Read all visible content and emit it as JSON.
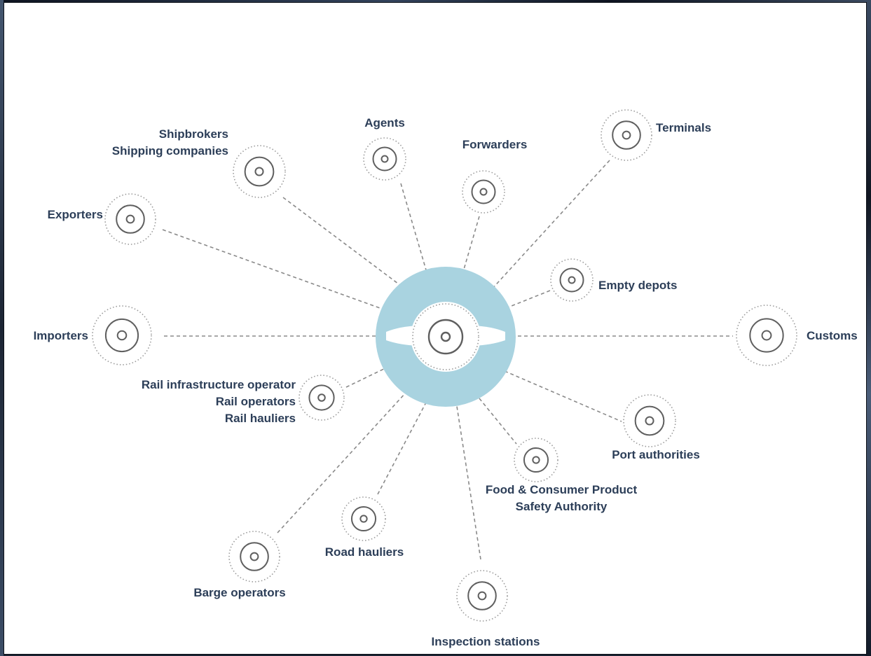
{
  "diagram": {
    "center": {
      "label": "",
      "ring_color": "#a9d3e0"
    },
    "colors": {
      "text": "#2c3e58",
      "node": "#5f5f5f",
      "dots": "#9a9a9a",
      "edge": "#8a8a8a"
    },
    "nodes": [
      {
        "id": "shipbrokers",
        "lines": [
          "Shipbrokers",
          "Shipping companies"
        ]
      },
      {
        "id": "agents",
        "lines": [
          "Agents"
        ]
      },
      {
        "id": "forwarders",
        "lines": [
          "Forwarders"
        ]
      },
      {
        "id": "terminals",
        "lines": [
          "Terminals"
        ]
      },
      {
        "id": "exporters",
        "lines": [
          "Exporters"
        ]
      },
      {
        "id": "empty-depots",
        "lines": [
          "Empty depots"
        ]
      },
      {
        "id": "importers",
        "lines": [
          "Importers"
        ]
      },
      {
        "id": "customs",
        "lines": [
          "Customs"
        ]
      },
      {
        "id": "rail",
        "lines": [
          "Rail infrastructure operator",
          "Rail operators",
          "Rail hauliers"
        ]
      },
      {
        "id": "port-authorities",
        "lines": [
          "Port authorities"
        ]
      },
      {
        "id": "food-safety",
        "lines": [
          "Food & Consumer Product",
          "Safety Authority"
        ]
      },
      {
        "id": "road-hauliers",
        "lines": [
          "Road hauliers"
        ]
      },
      {
        "id": "barge-operators",
        "lines": [
          "Barge operators"
        ]
      },
      {
        "id": "inspection-stations",
        "lines": [
          "Inspection stations"
        ]
      }
    ]
  }
}
